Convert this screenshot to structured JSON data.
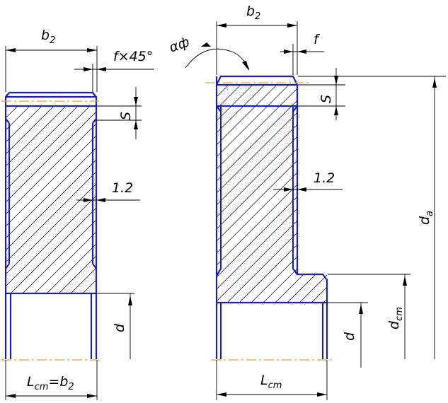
{
  "left_view": {
    "width_label": "b",
    "width_sub": "2",
    "chamfer_label": "f×45°",
    "rim_label": "S",
    "web_label": "1.2",
    "bore_label": "d",
    "hub_length_label": "L",
    "hub_length_sub": "cm",
    "hub_length_eq": "=b",
    "hub_length_eq_sub": "2"
  },
  "right_view": {
    "width_label": "b",
    "width_sub": "2",
    "f_label": "f",
    "rim_label": "S",
    "web_label": "1.2",
    "tip_dia_label": "d",
    "tip_dia_sub": "a",
    "hub_dia_label": "d",
    "hub_dia_sub": "cm",
    "bore_label": "d",
    "hub_length_label": "L",
    "hub_length_sub": "cm",
    "angle_label": "αф"
  },
  "colors": {
    "outline": "#1f1fb4",
    "axis": "#e0a040"
  }
}
